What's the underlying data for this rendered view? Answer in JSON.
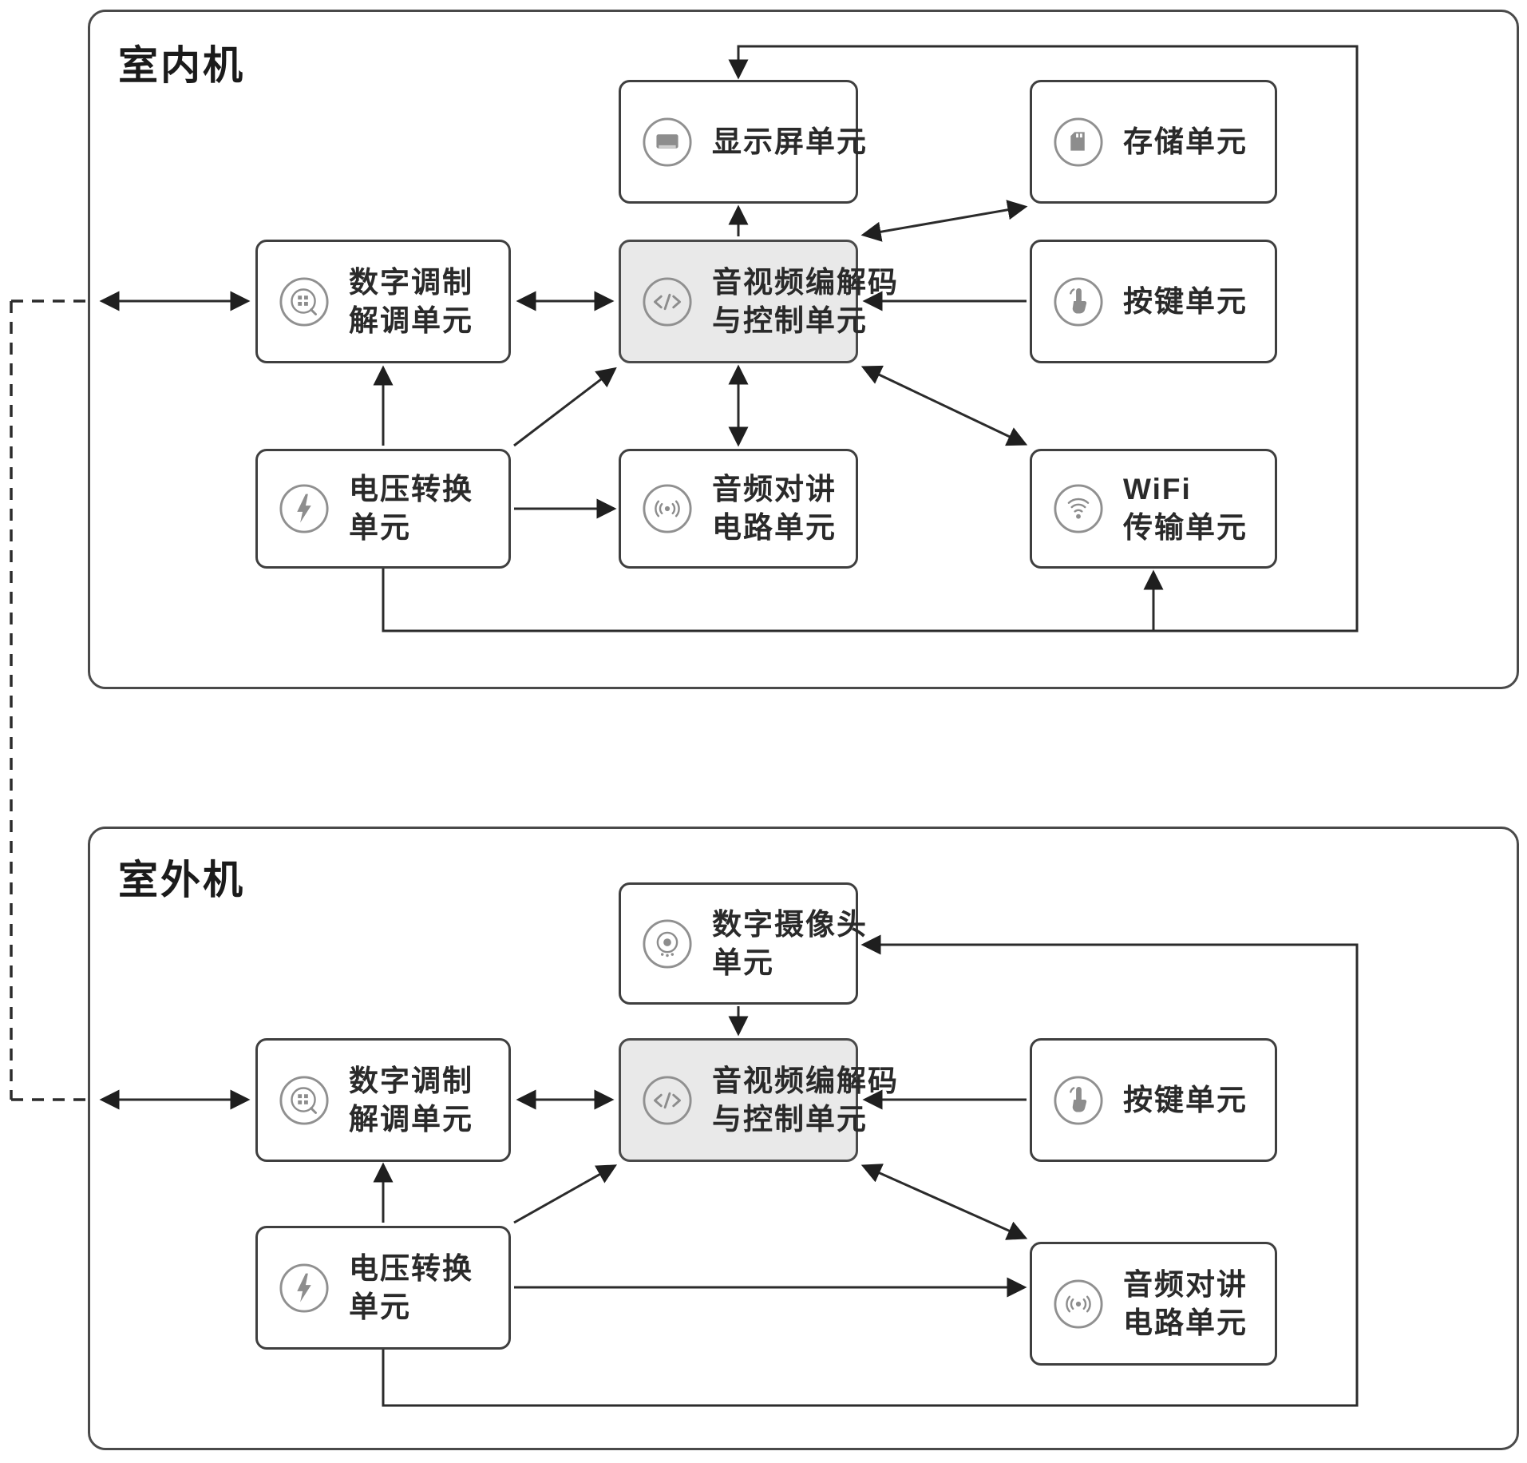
{
  "indoor": {
    "title": "室内机",
    "nodes": {
      "display": {
        "lines": [
          "显示屏单元"
        ]
      },
      "storage": {
        "lines": [
          "存储单元"
        ]
      },
      "modem": {
        "lines": [
          "数字调制",
          "解调单元"
        ]
      },
      "codec": {
        "lines": [
          "音视频编解码",
          "与控制单元"
        ]
      },
      "keys": {
        "lines": [
          "按键单元"
        ]
      },
      "voltage": {
        "lines": [
          "电压转换",
          "单元"
        ]
      },
      "intercom": {
        "lines": [
          "音频对讲",
          "电路单元"
        ]
      },
      "wifi": {
        "lines": [
          "WiFi",
          "传输单元"
        ]
      }
    }
  },
  "outdoor": {
    "title": "室外机",
    "nodes": {
      "camera": {
        "lines": [
          "数字摄像头",
          "单元"
        ]
      },
      "modem": {
        "lines": [
          "数字调制",
          "解调单元"
        ]
      },
      "codec": {
        "lines": [
          "音视频编解码",
          "与控制单元"
        ]
      },
      "keys": {
        "lines": [
          "按键单元"
        ]
      },
      "voltage": {
        "lines": [
          "电压转换",
          "单元"
        ]
      },
      "intercom": {
        "lines": [
          "音频对讲",
          "电路单元"
        ]
      }
    }
  },
  "edges": [
    {
      "from": "external-bus",
      "to": "indoor.modem",
      "direction": "bidirectional",
      "style": "dashed-outside-box"
    },
    {
      "from": "indoor.modem",
      "to": "indoor.codec",
      "direction": "bidirectional"
    },
    {
      "from": "indoor.codec",
      "to": "indoor.display",
      "direction": "to"
    },
    {
      "from": "indoor.codec",
      "to": "indoor.storage",
      "direction": "bidirectional"
    },
    {
      "from": "indoor.keys",
      "to": "indoor.codec",
      "direction": "to"
    },
    {
      "from": "indoor.codec",
      "to": "indoor.intercom",
      "direction": "bidirectional"
    },
    {
      "from": "indoor.codec",
      "to": "indoor.wifi",
      "direction": "bidirectional"
    },
    {
      "from": "indoor.voltage",
      "to": "indoor.modem",
      "direction": "to"
    },
    {
      "from": "indoor.voltage",
      "to": "indoor.codec",
      "direction": "to"
    },
    {
      "from": "indoor.voltage",
      "to": "indoor.intercom",
      "direction": "to"
    },
    {
      "from": "indoor.voltage",
      "to": "indoor.wifi",
      "direction": "to",
      "route": "bottom rail"
    },
    {
      "from": "indoor.voltage",
      "to": "indoor.display",
      "direction": "to",
      "route": "bottom rail, right side, over top"
    },
    {
      "from": "external-bus",
      "to": "outdoor.modem",
      "direction": "bidirectional",
      "style": "dashed-outside-box"
    },
    {
      "from": "outdoor.camera",
      "to": "outdoor.codec",
      "direction": "to"
    },
    {
      "from": "outdoor.modem",
      "to": "outdoor.codec",
      "direction": "bidirectional"
    },
    {
      "from": "outdoor.keys",
      "to": "outdoor.codec",
      "direction": "to"
    },
    {
      "from": "outdoor.codec",
      "to": "outdoor.intercom",
      "direction": "bidirectional"
    },
    {
      "from": "outdoor.voltage",
      "to": "outdoor.modem",
      "direction": "to"
    },
    {
      "from": "outdoor.voltage",
      "to": "outdoor.codec",
      "direction": "to"
    },
    {
      "from": "outdoor.voltage",
      "to": "outdoor.intercom",
      "direction": "to"
    },
    {
      "from": "outdoor.voltage",
      "to": "outdoor.camera",
      "direction": "to",
      "route": "bottom rail, right side"
    }
  ],
  "colors": {
    "line": "#2b2b2b",
    "arrowhead": "#1f1f1f",
    "box_border": "#3f3f3f",
    "outer_border": "#4a4a4a",
    "codec_fill": "#e9e9e9",
    "icon": "#8d8d8d",
    "text": "#2a2a2a",
    "background": "#ffffff"
  }
}
